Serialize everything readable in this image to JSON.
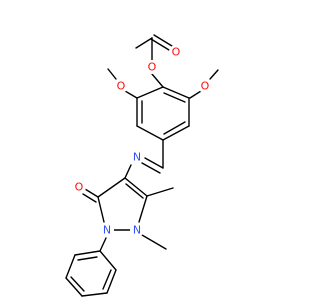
{
  "diagram": {
    "colors": {
      "O": "#ff0d0d",
      "N": "#3050f8",
      "bond": "#000000"
    },
    "atom_labels": [
      {
        "id": "o-carbonyl-acetyl",
        "text": "O",
        "element": "O"
      },
      {
        "id": "o-ester",
        "text": "O",
        "element": "O"
      },
      {
        "id": "o-methoxy-left",
        "text": "O",
        "element": "O"
      },
      {
        "id": "o-methoxy-right",
        "text": "O",
        "element": "O"
      },
      {
        "id": "n-imine",
        "text": "N",
        "element": "N"
      },
      {
        "id": "o-pyrazolone",
        "text": "O",
        "element": "O"
      },
      {
        "id": "n1-pyrazole",
        "text": "N",
        "element": "N"
      },
      {
        "id": "n2-pyrazole",
        "text": "N",
        "element": "N"
      }
    ]
  }
}
